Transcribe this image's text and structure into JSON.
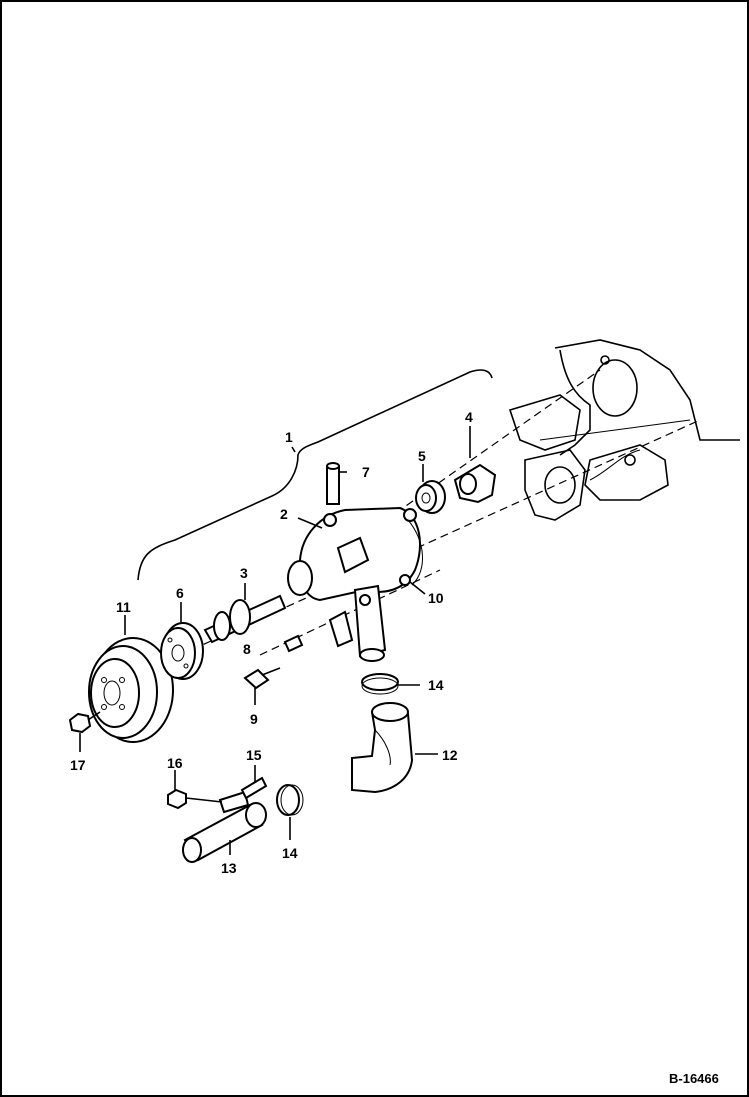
{
  "diagram": {
    "reference_code": "B-16466",
    "callouts": [
      {
        "id": "c1",
        "label": "1"
      },
      {
        "id": "c2",
        "label": "2"
      },
      {
        "id": "c3",
        "label": "3"
      },
      {
        "id": "c4",
        "label": "4"
      },
      {
        "id": "c5",
        "label": "5"
      },
      {
        "id": "c6",
        "label": "6"
      },
      {
        "id": "c7",
        "label": "7"
      },
      {
        "id": "c8",
        "label": "8"
      },
      {
        "id": "c9",
        "label": "9"
      },
      {
        "id": "c10",
        "label": "10"
      },
      {
        "id": "c11",
        "label": "11"
      },
      {
        "id": "c12",
        "label": "12"
      },
      {
        "id": "c13",
        "label": "13"
      },
      {
        "id": "c14a",
        "label": "14"
      },
      {
        "id": "c14b",
        "label": "14"
      },
      {
        "id": "c15",
        "label": "15"
      },
      {
        "id": "c16",
        "label": "16"
      },
      {
        "id": "c17",
        "label": "17"
      }
    ]
  }
}
